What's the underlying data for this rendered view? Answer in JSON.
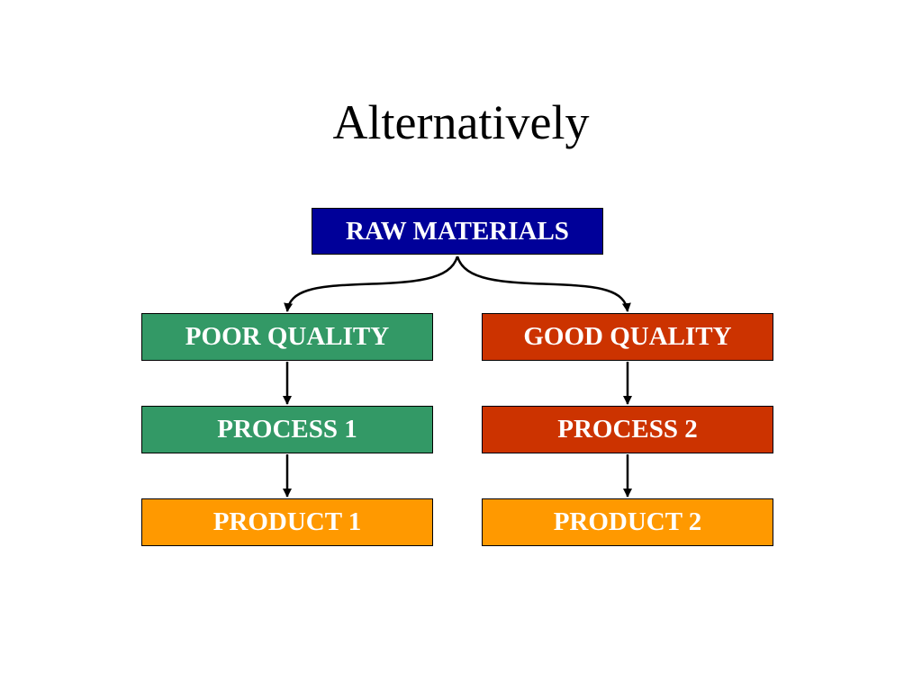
{
  "slide": {
    "title": "Alternatively"
  },
  "nodes": {
    "raw_materials": {
      "label": "RAW MATERIALS",
      "color": "#000099"
    },
    "poor_quality": {
      "label": "POOR QUALITY",
      "color": "#339966"
    },
    "good_quality": {
      "label": "GOOD QUALITY",
      "color": "#CC3300"
    },
    "process_1": {
      "label": "PROCESS 1",
      "color": "#339966"
    },
    "process_2": {
      "label": "PROCESS 2",
      "color": "#CC3300"
    },
    "product_1": {
      "label": "PRODUCT 1",
      "color": "#FF9900"
    },
    "product_2": {
      "label": "PRODUCT 2",
      "color": "#FF9900"
    }
  },
  "edges": [
    {
      "from": "raw_materials",
      "to": "poor_quality"
    },
    {
      "from": "raw_materials",
      "to": "good_quality"
    },
    {
      "from": "poor_quality",
      "to": "process_1"
    },
    {
      "from": "good_quality",
      "to": "process_2"
    },
    {
      "from": "process_1",
      "to": "product_1"
    },
    {
      "from": "process_2",
      "to": "product_2"
    }
  ]
}
